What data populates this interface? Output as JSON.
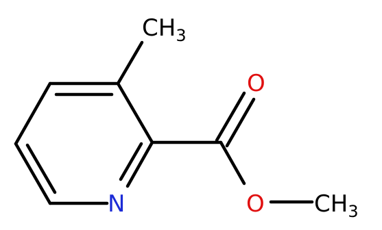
{
  "molecule": {
    "atoms": {
      "ch3_top": {
        "element": "CH",
        "subscript": "3",
        "color": "#000000"
      },
      "o_carbonyl": {
        "element": "O",
        "color": "#e01010"
      },
      "n_ring": {
        "element": "N",
        "color": "#1b2bd6"
      },
      "o_ester": {
        "element": "O",
        "color": "#e01010"
      },
      "ch3_ester": {
        "element": "CH",
        "subscript": "3",
        "color": "#000000"
      }
    }
  }
}
